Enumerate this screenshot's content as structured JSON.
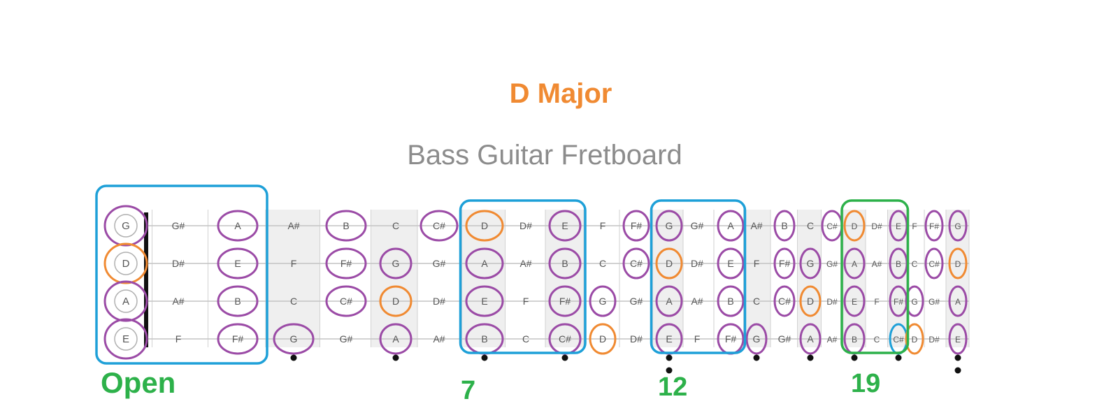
{
  "header": {
    "title": "D Major",
    "subtitle": "Bass Guitar Fretboard"
  },
  "fretboard": {
    "strings": [
      {
        "open": "G",
        "notes": [
          "G",
          "G#",
          "A",
          "A#",
          "B",
          "C",
          "C#",
          "D",
          "D#",
          "E",
          "F",
          "F#",
          "G",
          "G#",
          "A",
          "A#",
          "B",
          "C",
          "C#",
          "D",
          "D#",
          "E",
          "F",
          "F#",
          "G"
        ]
      },
      {
        "open": "D",
        "notes": [
          "D",
          "D#",
          "E",
          "F",
          "F#",
          "G",
          "G#",
          "A",
          "A#",
          "B",
          "C",
          "C#",
          "D",
          "D#",
          "E",
          "F",
          "F#",
          "G",
          "G#",
          "A",
          "A#",
          "B",
          "C",
          "C#",
          "D"
        ]
      },
      {
        "open": "A",
        "notes": [
          "A",
          "A#",
          "B",
          "C",
          "C#",
          "D",
          "D#",
          "E",
          "F",
          "F#",
          "G",
          "G#",
          "A",
          "A#",
          "B",
          "C",
          "C#",
          "D",
          "D#",
          "E",
          "F",
          "F#",
          "G",
          "G#",
          "A"
        ]
      },
      {
        "open": "E",
        "notes": [
          "E",
          "F",
          "F#",
          "G",
          "G#",
          "A",
          "A#",
          "B",
          "C",
          "C#",
          "D",
          "D#",
          "E",
          "F",
          "F#",
          "G",
          "G#",
          "A",
          "A#",
          "B",
          "C",
          "C#",
          "D",
          "D#",
          "E"
        ]
      }
    ],
    "scale_notes": [
      "D",
      "E",
      "F#",
      "G",
      "A",
      "B",
      "C#"
    ],
    "root_note": "D",
    "fret_markers": [
      3,
      5,
      7,
      9,
      12,
      15,
      17,
      19,
      21,
      24
    ],
    "double_markers": [
      12,
      24
    ],
    "position_boxes": [
      {
        "from_fret": 0,
        "to_fret": 2,
        "color": "#1ea0d8"
      },
      {
        "from_fret": 7,
        "to_fret": 9,
        "color": "#1ea0d8"
      },
      {
        "from_fret": 12,
        "to_fret": 14,
        "color": "#1ea0d8"
      },
      {
        "from_fret": 19,
        "to_fret": 21,
        "color": "#2db14a"
      }
    ],
    "highlight_note": {
      "string": 3,
      "fret": 21,
      "color": "#1ea0d8"
    }
  },
  "colors": {
    "scale_circle": "#9b4ba6",
    "root_circle": "#f08a32",
    "note_text": "#555555",
    "fret_line": "#d2d2d2",
    "string_line": "#c4c4c4",
    "shade": "#efefef",
    "nut": "#111111",
    "marker_dot": "#111111"
  },
  "captions": {
    "open": "Open",
    "fret7": "7",
    "fret12": "12",
    "fret19": "19"
  }
}
